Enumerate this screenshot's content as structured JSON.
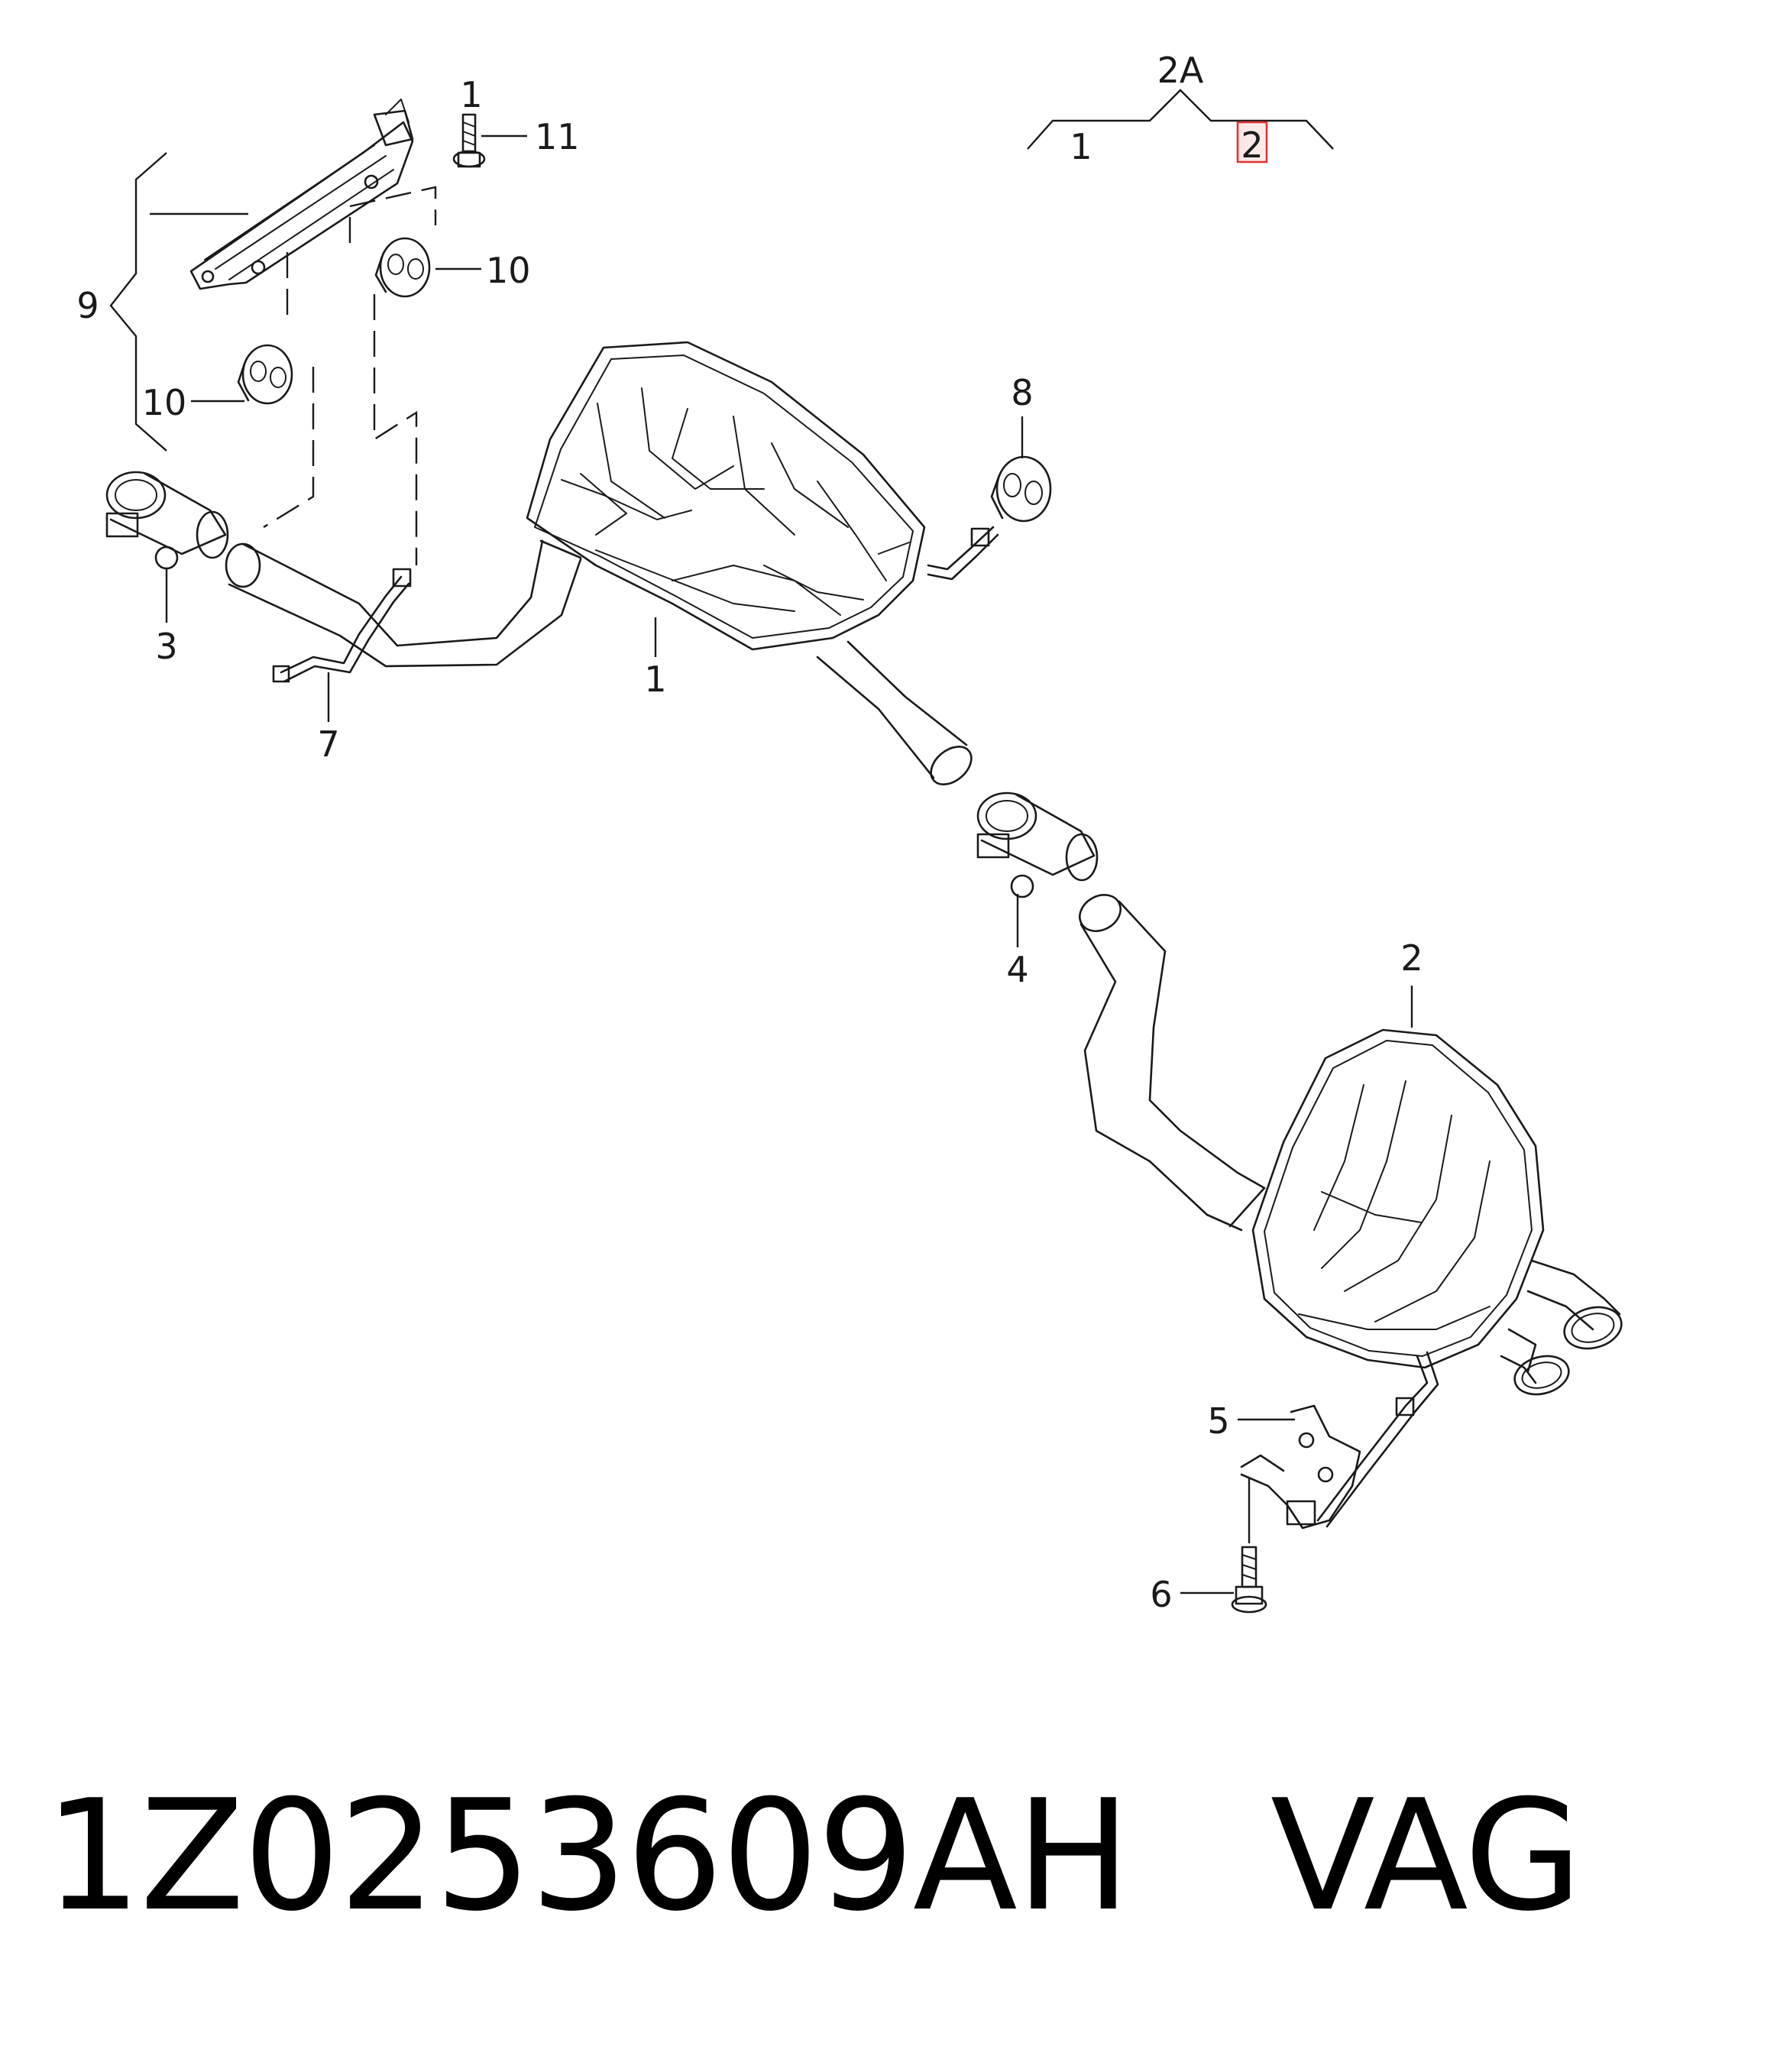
{
  "diagram": {
    "group": {
      "label": "2A",
      "left_item": "1",
      "right_item": "2",
      "highlight_color": "#e03030"
    },
    "callouts": {
      "c1_top": "1",
      "c11": "11",
      "c10_top": "10",
      "c9": "9",
      "c10_left": "10",
      "c8": "8",
      "c3": "3",
      "c7": "7",
      "c1_muffler": "1",
      "c4": "4",
      "c2": "2",
      "c5": "5",
      "c6": "6"
    }
  },
  "caption": {
    "part_number": "1Z0253609AH",
    "brand": "VAG"
  }
}
